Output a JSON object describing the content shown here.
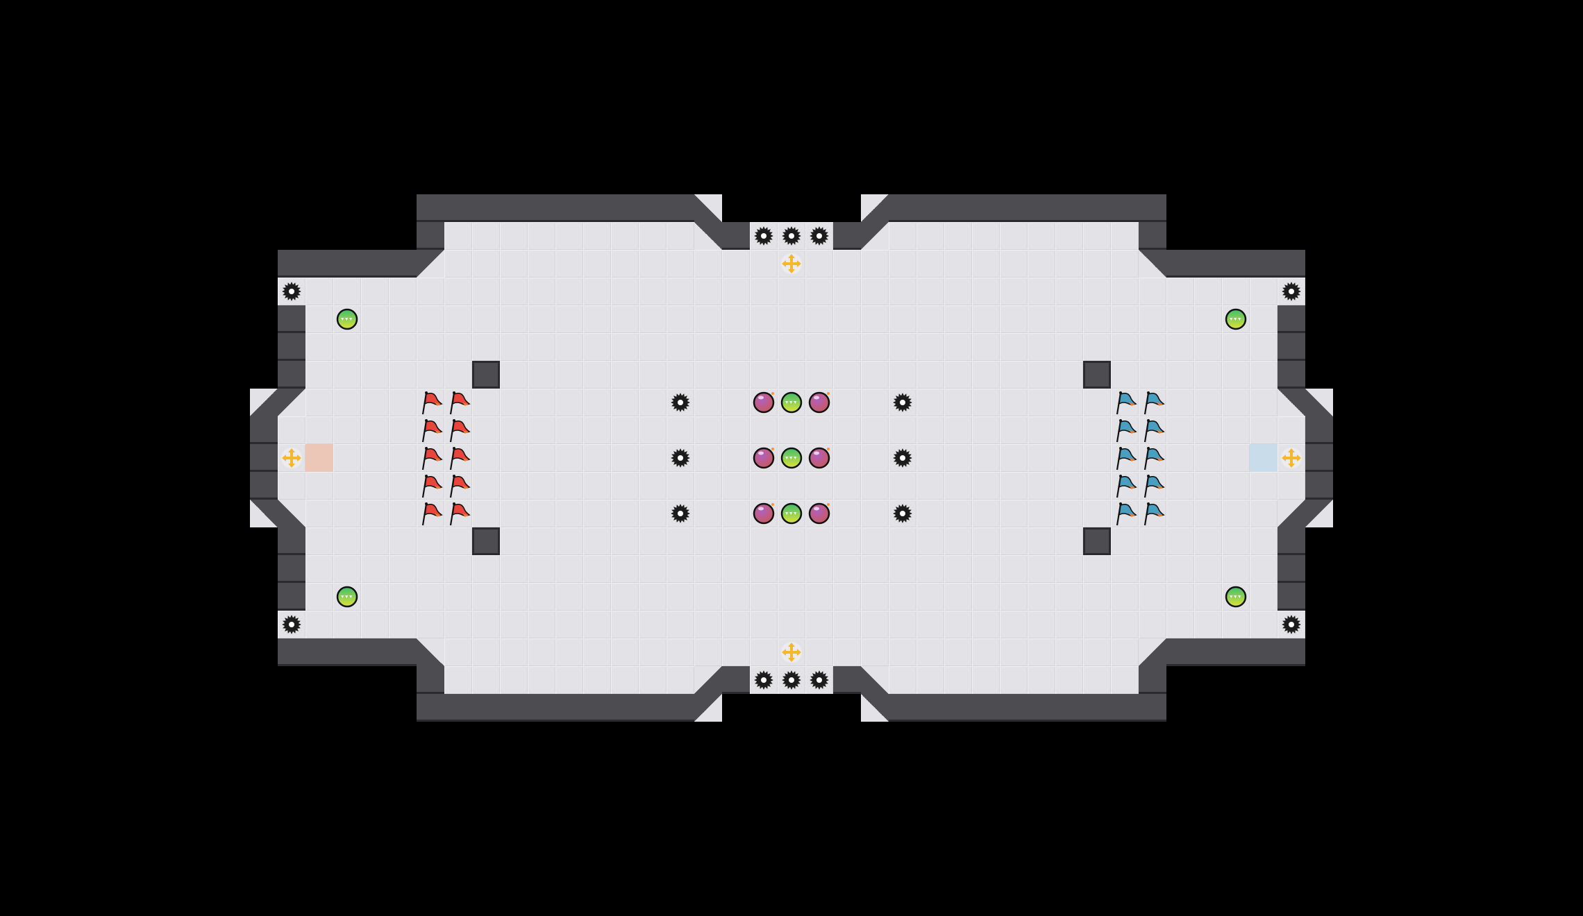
{
  "map": {
    "colors": {
      "background": "#000000",
      "floor": "#e3e3e7",
      "wall": "#4c4c51",
      "wall_edge": "#2b2b2f",
      "red_team_tile": "#ecc7b8",
      "blue_team_tile": "#c9dcea",
      "red_flag": "#e8453c",
      "blue_flag": "#4a9fc0"
    },
    "entity_types": [
      "spike-icon",
      "boost-icon",
      "bomb-icon",
      "spawn-point-icon",
      "red-flag-icon",
      "blue-flag-icon",
      "wall-block",
      "red-endzone-tile",
      "blue-endzone-tile"
    ],
    "counts": {
      "red_flags": 10,
      "blue_flags": 10,
      "bombs": 6,
      "boosts": 7,
      "spikes": 16,
      "spawn_points": 4
    }
  }
}
